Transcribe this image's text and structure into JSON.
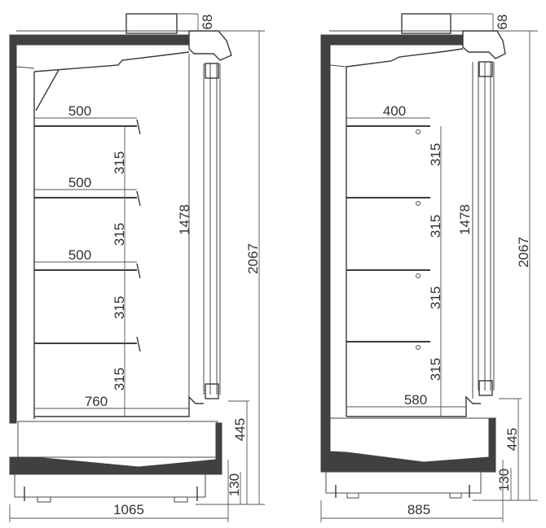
{
  "drawing": {
    "type": "technical side-section drawing",
    "units": "mm",
    "colors": {
      "body": "#404040",
      "line": "#4a4a4a",
      "text": "#333333",
      "background": "#ffffff"
    }
  },
  "views": [
    {
      "id": "left",
      "overall_depth": "1065",
      "overall_height": "2067",
      "top_unit_height": "68",
      "glass_height": "1478",
      "base_height": "445",
      "plinth_height": "130",
      "shelves": [
        {
          "depth": "500",
          "spacing": "315"
        },
        {
          "depth": "500",
          "spacing": "315"
        },
        {
          "depth": "500",
          "spacing": "315"
        },
        {
          "depth": "",
          "spacing": "315"
        }
      ],
      "bottom_well_depth": "760"
    },
    {
      "id": "right",
      "overall_depth": "885",
      "overall_height": "2067",
      "top_unit_height": "68",
      "glass_height": "1478",
      "base_height": "445",
      "plinth_height": "130",
      "shelves": [
        {
          "depth": "400",
          "spacing": "315"
        },
        {
          "depth": "",
          "spacing": "315"
        },
        {
          "depth": "",
          "spacing": "315"
        },
        {
          "depth": "",
          "spacing": "315"
        }
      ],
      "bottom_well_depth": "580"
    }
  ]
}
